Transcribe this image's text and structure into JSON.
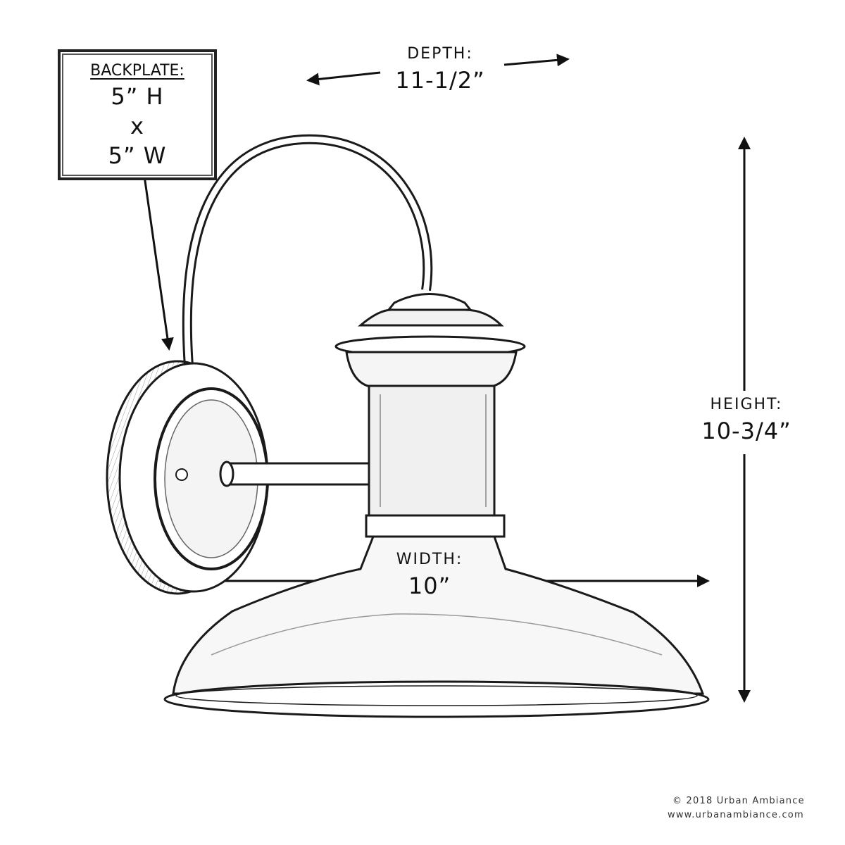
{
  "backplate": {
    "title": "BACKPLATE:",
    "height": "5” H",
    "separator": "x",
    "width": "5” W"
  },
  "depth": {
    "label": "DEPTH:",
    "value": "11-1/2”"
  },
  "height": {
    "label": "HEIGHT:",
    "value": "10-3/4”"
  },
  "width": {
    "label": "WIDTH:",
    "value": "10”"
  },
  "credits": {
    "copyright": "© 2018 Urban Ambiance",
    "website": "www.urbanambiance.com"
  },
  "colors": {
    "ink": "#1a1a1a",
    "background": "#ffffff"
  }
}
